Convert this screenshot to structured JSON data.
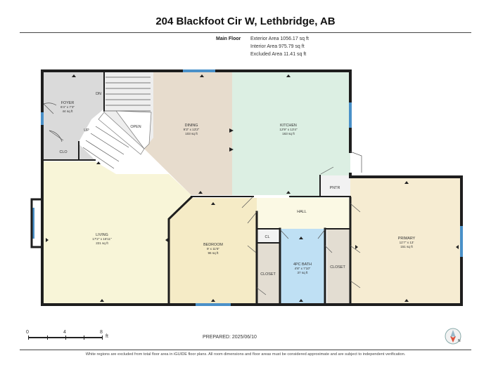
{
  "title": "204 Blackfoot Cir W, Lethbridge, AB",
  "floor": {
    "label": "Main Floor",
    "exterior_area": "Exterior Area 1056.17 sq ft",
    "interior_area": "Interior Area 975.79 sq ft",
    "excluded_area": "Excluded Area 11.41 sq ft"
  },
  "colors": {
    "wall": "#1e1e1e",
    "window": "#4a90c8",
    "foyer": "#dadada",
    "dining": "#e7dccd",
    "kitchen": "#dcefe3",
    "living": "#f8f5d8",
    "bedroom": "#f5ebc6",
    "hall": "#fbf9e4",
    "primary": "#f6ecd2",
    "bath": "#bfe0f4",
    "closet": "#e3ddd2"
  },
  "rooms": {
    "foyer": {
      "name": "FOYER",
      "dims": "6'4\" x 7'3\"",
      "area": "44 sq ft"
    },
    "dining": {
      "name": "DINING",
      "dims": "9'3\" x 13'2\"",
      "area": "103 sq ft"
    },
    "kitchen": {
      "name": "KITCHEN",
      "dims": "12'9\" x 13'4\"",
      "area": "163 sq ft"
    },
    "living": {
      "name": "LIVING",
      "dims": "17'2\" x 16'11\"",
      "area": "221 sq ft"
    },
    "bedroom": {
      "name": "BEDROOM",
      "dims": "9' x 11'5\"",
      "area": "96 sq ft"
    },
    "bath": {
      "name": "4PC BATH",
      "dims": "4'8\" x 7'10\"",
      "area": "37 sq ft"
    },
    "primary": {
      "name": "PRIMARY",
      "dims": "11'7\" x 13'",
      "area": "151 sq ft"
    }
  },
  "labels": {
    "open": "OPEN",
    "dn": "DN",
    "up": "UP",
    "clo": "CLO",
    "pntr": "PNTR",
    "hall": "HALL",
    "cl": "CL",
    "closet_left": "CLOSET",
    "closet_right": "CLOSET"
  },
  "scale": {
    "zero": "0",
    "mid": "4",
    "end": "8",
    "unit": "ft"
  },
  "prepared": "PREPARED: 2025/06/10",
  "compass": {
    "north": "N"
  },
  "disclaimer": "White regions are excluded from total floor area in iGUIDE floor plans. All room dimensions and floor areas must be considered approximate and are subject to independent verification."
}
